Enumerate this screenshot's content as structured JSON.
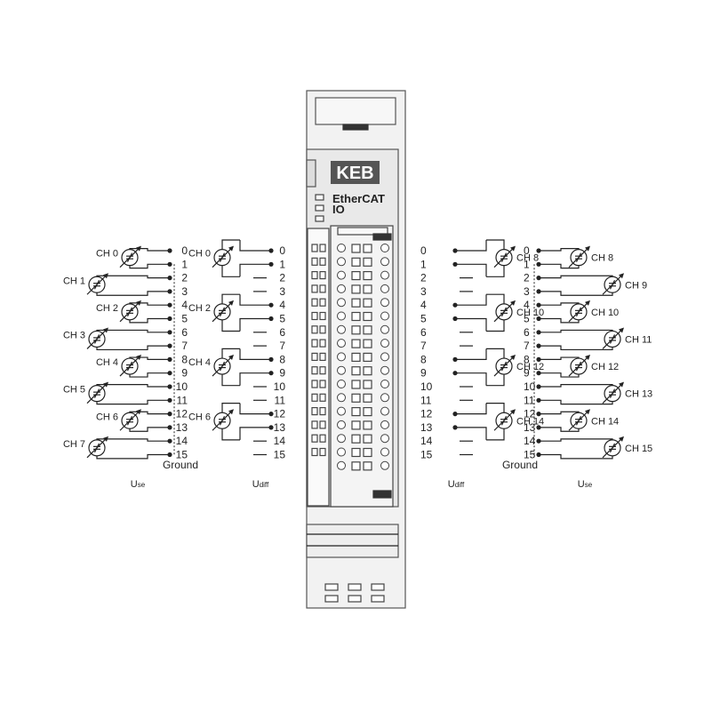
{
  "brand": "KEB",
  "product_line1": "EtherCAT",
  "product_line2": "IO",
  "pins": [
    "0",
    "1",
    "2",
    "3",
    "4",
    "5",
    "6",
    "7",
    "8",
    "9",
    "10",
    "11",
    "12",
    "13",
    "14",
    "15"
  ],
  "ground_label": "Ground",
  "groups": [
    {
      "id": "left-use",
      "channels": [
        "CH 0",
        "CH 1",
        "CH 2",
        "CH 3",
        "CH 4",
        "CH 5",
        "CH 6",
        "CH 7"
      ],
      "caption": "U",
      "caption_sub": "se"
    },
    {
      "id": "left-udiff",
      "channels": [
        "CH 0",
        "CH 2",
        "CH 4",
        "CH 6"
      ],
      "caption": "U",
      "caption_sub": "diff"
    },
    {
      "id": "right-udiff",
      "channels": [
        "CH 8",
        "CH 10",
        "CH 12",
        "CH 14"
      ],
      "caption": "U",
      "caption_sub": "diff"
    },
    {
      "id": "right-use",
      "channels": [
        "CH 8",
        "CH 9",
        "CH 10",
        "CH 11",
        "CH 12",
        "CH 13",
        "CH 14",
        "CH 15"
      ],
      "caption": "U",
      "caption_sub": "se"
    }
  ],
  "colors": {
    "line": "#222222",
    "module_fill": "#efefef",
    "module_stroke": "#555555",
    "logo_bg": "#555555",
    "logo_text": "#ffffff"
  }
}
